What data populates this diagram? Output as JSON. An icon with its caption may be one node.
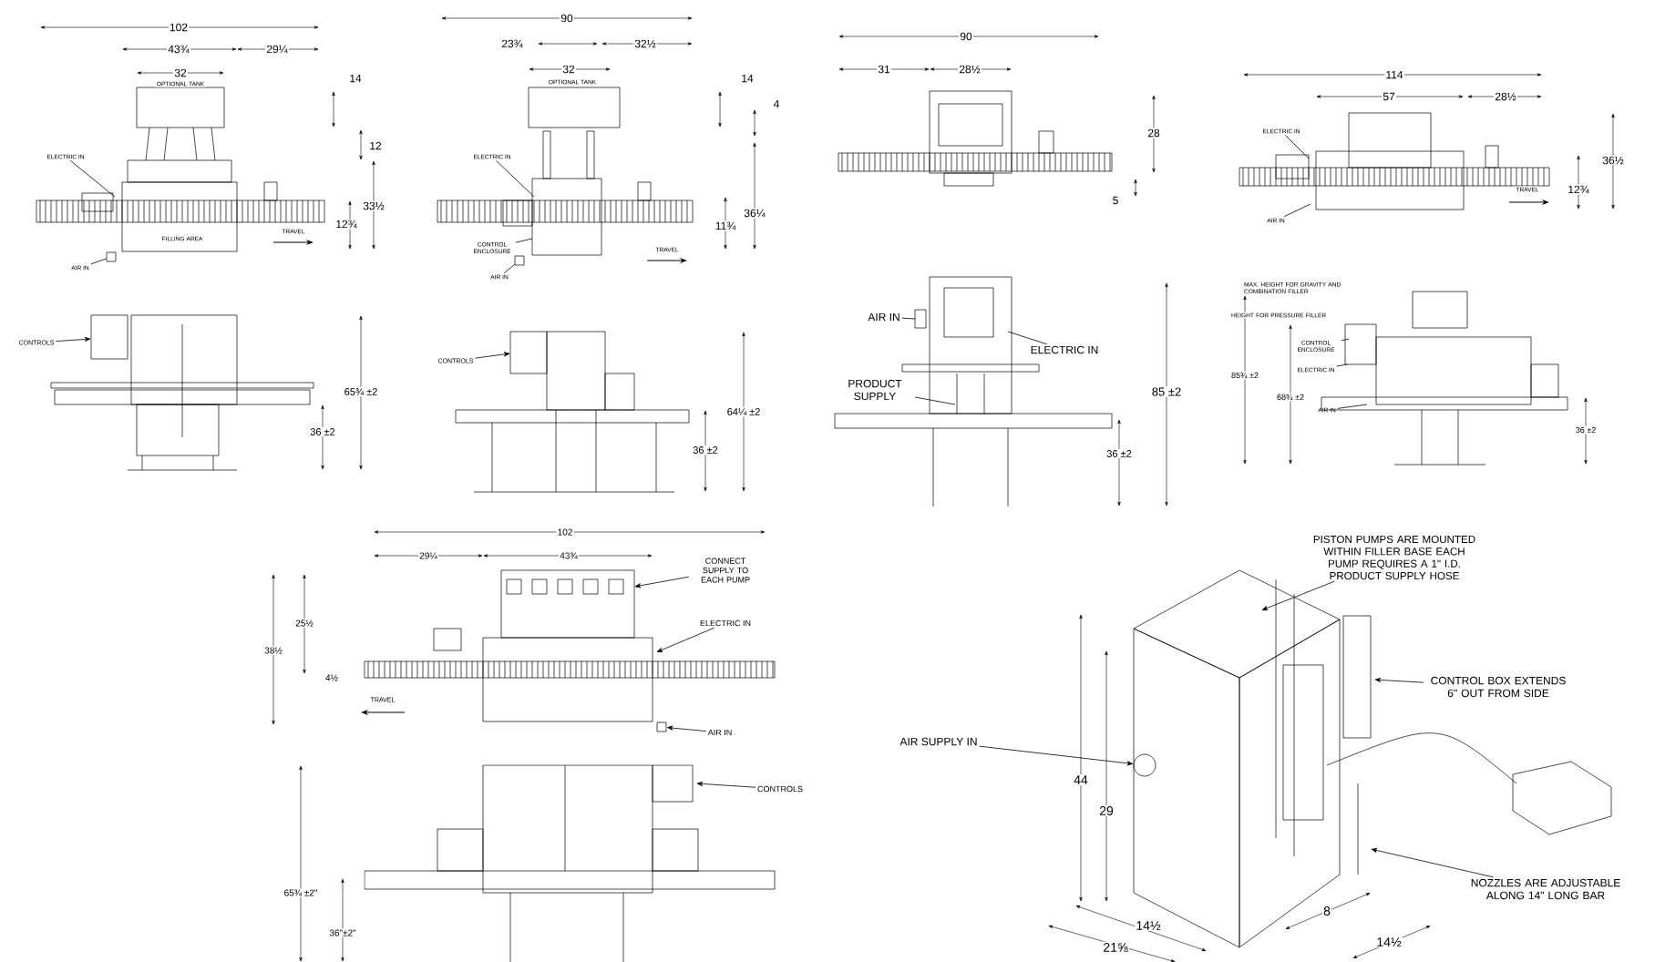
{
  "diagram": {
    "nodes": [
      {
        "text": [
          "ELECTRIC IN"
        ]
      },
      {
        "text": [
          "AIR IN"
        ]
      },
      {
        "text": [
          "ELECTRIC IN"
        ]
      },
      {
        "text": [
          "CONTROL ENCLOSURE"
        ]
      },
      {
        "text": [
          "AIR IN"
        ]
      },
      {
        "text": [
          "ELECTRIC IN"
        ]
      },
      {
        "text": [
          "AIR IN"
        ]
      },
      {
        "text": [
          "CONTROLS"
        ]
      },
      {
        "text": [
          "CONTROLS"
        ]
      },
      {
        "text": [
          "AIR IN"
        ]
      },
      {
        "text": [
          "ELECTRIC IN"
        ]
      },
      {
        "text": [
          "PRODUCT SUPPLY"
        ]
      },
      {
        "text": [
          "CONTROL ENCLOSURE"
        ]
      },
      {
        "text": [
          "ELECTRIC IN"
        ]
      },
      {
        "text": [
          "AIR IN"
        ]
      },
      {
        "text": [
          "CONNECT SUPPLY TO EACH PUMP"
        ]
      },
      {
        "text": [
          "ELECTRIC IN"
        ]
      },
      {
        "text": [
          "AIR IN"
        ]
      },
      {
        "text": [
          "CONTROLS"
        ]
      },
      {
        "text": [
          "PISTON PUMPS ARE MOUNTED WITHIN FILLER BASE EACH PUMP REQUIRES A 1\" I.D. PRODUCT SUPPLY HOSE"
        ]
      },
      {
        "text": [
          "AIR SUPPLY IN"
        ]
      },
      {
        "text": [
          "CONTROL BOX EXTENDS 6\" OUT FROM SIDE"
        ]
      },
      {
        "text": [
          "NOZZLES ARE ADJUSTABLE ALONG 14\" LONG BAR"
        ]
      },
      {
        "text": [],
        "shape": "box"
      },
      {
        "text": [],
        "shape": "box"
      },
      {
        "text": [],
        "shape": "box"
      },
      {
        "text": [],
        "shape": "circle"
      }
    ],
    "edges": [
      {
        "from": 0,
        "to": null,
        "arrow": "none"
      },
      {
        "from": 1,
        "to": 23,
        "arrow": "none"
      },
      {
        "from": 2,
        "to": null,
        "arrow": "none"
      },
      {
        "from": 3,
        "to": null,
        "arrow": "none"
      },
      {
        "from": 4,
        "to": 24,
        "arrow": "none"
      },
      {
        "from": 5,
        "to": null,
        "arrow": "none"
      },
      {
        "from": 6,
        "to": null,
        "arrow": "none"
      },
      {
        "from": 7,
        "to": null,
        "arrow": "to"
      },
      {
        "from": 8,
        "to": null,
        "arrow": "to"
      },
      {
        "from": 9,
        "to": null,
        "arrow": "none"
      },
      {
        "from": 10,
        "to": null,
        "arrow": "none"
      },
      {
        "from": 11,
        "to": null,
        "arrow": "none"
      },
      {
        "from": 12,
        "to": null,
        "arrow": "none"
      },
      {
        "from": 13,
        "to": null,
        "arrow": "none"
      },
      {
        "from": 14,
        "to": null,
        "arrow": "none"
      },
      {
        "from": 15,
        "to": null,
        "arrow": "to"
      },
      {
        "from": 16,
        "to": null,
        "arrow": "to"
      },
      {
        "from": 17,
        "to": 25,
        "arrow": "to"
      },
      {
        "from": 18,
        "to": null,
        "arrow": "to"
      },
      {
        "from": 19,
        "to": null,
        "arrow": "to"
      },
      {
        "from": 20,
        "to": 26,
        "arrow": "to"
      },
      {
        "from": 21,
        "to": null,
        "arrow": "to"
      },
      {
        "from": 22,
        "to": null,
        "arrow": "to"
      }
    ],
    "labels": [
      "102",
      "43¾",
      "29¼",
      "32",
      "OPTIONAL TANK",
      "14",
      "12",
      "33½",
      "12¾",
      "FILLING AREA",
      "TRAVEL",
      "90",
      "23¾",
      "32½",
      "32",
      "OPTIONAL TANK",
      "14",
      "4",
      "36¼",
      "11¾",
      "TRAVEL",
      "90",
      "31",
      "28½",
      "28",
      "5",
      "114",
      "57",
      "28½",
      "36½",
      "12¾",
      "TRAVEL",
      "65¾ ±2",
      "36 ±2",
      "64¼ ±2",
      "36 ±2",
      "85 ±2",
      "36 ±2",
      "MAX. HEIGHT FOR GRAVITY AND COMBINATION FILLER",
      "HEIGHT FOR PRESSURE FILLER",
      "85¾ ±2",
      "68¾ ±2",
      "36 ±2",
      "102",
      "29¼",
      "43¾",
      "25½",
      "38½",
      "4½",
      "TRAVEL",
      "65¾ ±2\"",
      "36\"±2\"",
      "44",
      "29",
      "14½",
      "21⅝",
      "8",
      "14½"
    ]
  }
}
